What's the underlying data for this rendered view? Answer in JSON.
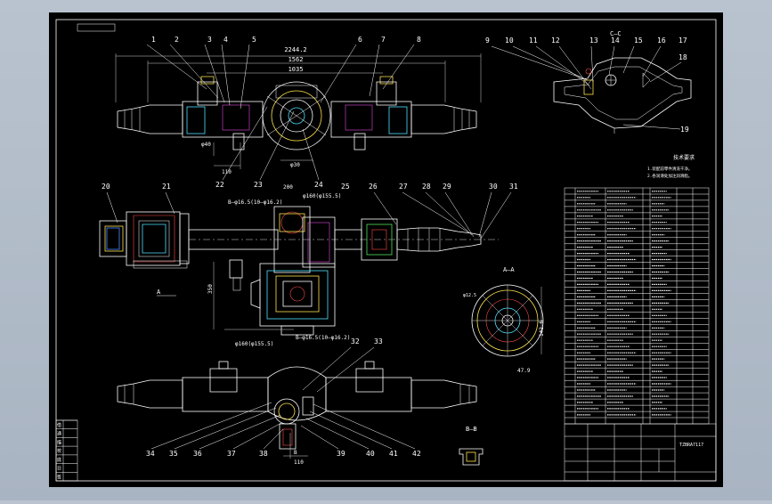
{
  "balloons": {
    "top": [
      "1",
      "2",
      "3",
      "4",
      "5",
      "6",
      "7",
      "8"
    ],
    "top_right": [
      "9",
      "10",
      "11",
      "12",
      "13",
      "14",
      "15",
      "16",
      "17",
      "18",
      "19"
    ],
    "middle": [
      "20",
      "21",
      "22",
      "23",
      "24",
      "25",
      "26",
      "27",
      "28",
      "29",
      "30",
      "31"
    ],
    "bottom": [
      "32",
      "33",
      "34",
      "35",
      "36",
      "37",
      "38",
      "39",
      "40",
      "41",
      "42"
    ]
  },
  "dimensions": {
    "overall": "2244.2",
    "track": "1562",
    "inner": "1035",
    "left_small": "φ40",
    "left_width": "110",
    "gear_dia": "φ30",
    "section_a_label": "B—φ16.5(10—φ16.2)",
    "section_a_label2": "φ160(φ155.5)",
    "dim_200": "200",
    "dim_350": "350",
    "lower_dia": "φ160(φ155.5)",
    "lower_label": "B—φ16.5(10—φ16.2)",
    "a_dim": "142.6",
    "a_dim2": "47.9",
    "a_dim3": "φ12.5",
    "b_dims": [
      "110",
      "B"
    ]
  },
  "views": {
    "cc": "C—C",
    "aa": "A—A",
    "bb": "B—B",
    "aa_small": "A"
  },
  "notes": {
    "title": "技术要求",
    "lines": [
      "1.装配前零件清洗干净。",
      "2.各润滑处加注润滑脂。"
    ]
  },
  "title_block": {
    "drawing_no": "TZBRA7117",
    "left_cells": [
      "借",
      "通",
      "描",
      "校",
      "底",
      "日",
      "签"
    ]
  }
}
